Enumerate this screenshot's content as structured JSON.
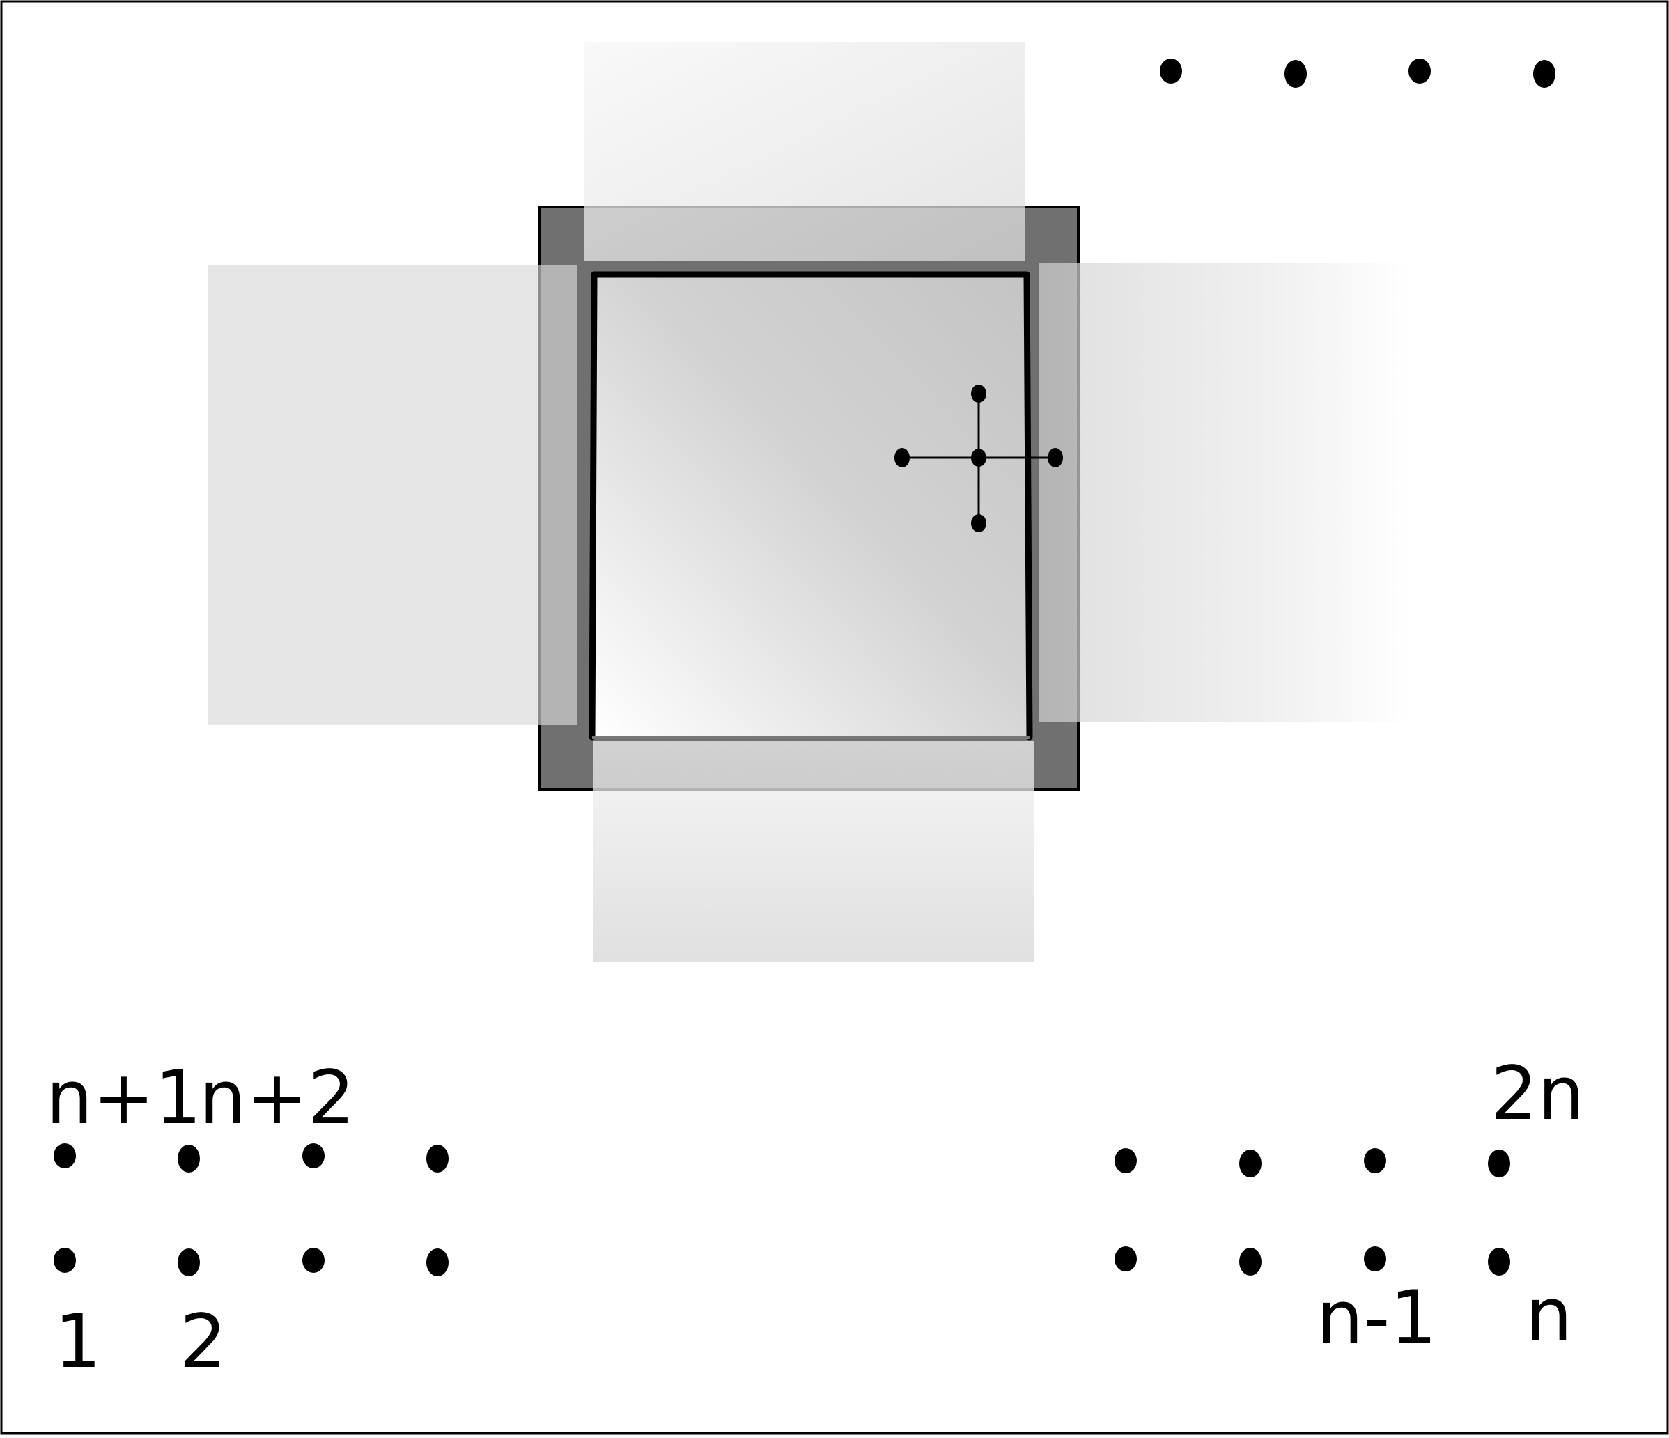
{
  "labels": {
    "top_left_1": "n+1",
    "top_left_2": "n+2",
    "top_right": "2n",
    "bottom_left_1": "1",
    "bottom_left_2": "2",
    "bottom_right_1": "n-1",
    "bottom_right_2": "n"
  },
  "colors": {
    "frame": "#000000",
    "dark_corner": "#707070",
    "mid_band": "#9c9c9c",
    "light_band": "#e6e6e6",
    "dot": "#000000"
  }
}
